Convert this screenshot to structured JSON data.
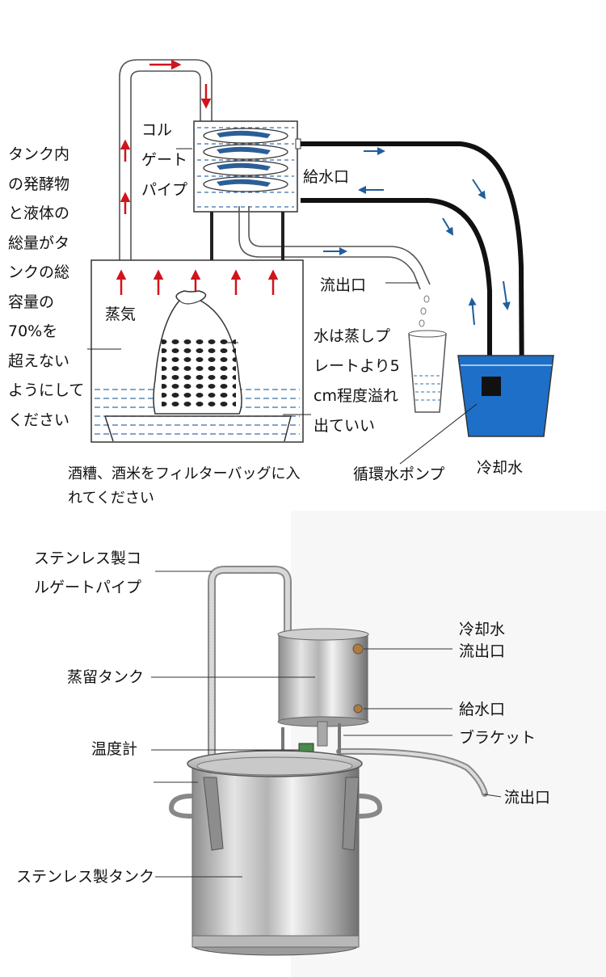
{
  "top_diagram": {
    "note_left": [
      "タンク内",
      "の発酵物",
      "と液体の",
      "総量がタ",
      "ンクの総",
      "容量の",
      "70%を",
      "超えない",
      "ようにして",
      "ください"
    ],
    "corrugated_pipe": [
      "コル",
      "ゲート",
      "パイプ"
    ],
    "water_inlet": "給水口",
    "outlet": "流出口",
    "steam": "蒸気",
    "plate_note": [
      "水は蒸しプ",
      "レートより5",
      "cm程度溢れ",
      "出ていい"
    ],
    "filter_note": [
      "酒糟、酒米をフィルターバッグに入",
      "れてください"
    ],
    "pump": "循環水ポンプ",
    "cooling_water": "冷却水"
  },
  "bottom_diagram": {
    "stainless_pipe": [
      "ステンレス製コ",
      "ルゲートパイプ"
    ],
    "distill_tank": "蒸留タンク",
    "thermometer": "温度計",
    "stainless_tank": "ステンレス製タンク",
    "cooling_outlet": [
      "冷却水",
      "流出口"
    ],
    "water_inlet": "給水口",
    "bracket": "ブラケット",
    "outlet": "流出口"
  },
  "colors": {
    "arrow_red": "#d0141c",
    "arrow_blue": "#1f5e9e",
    "water_blue": "#1e6fc8",
    "line_dark": "#111111"
  }
}
